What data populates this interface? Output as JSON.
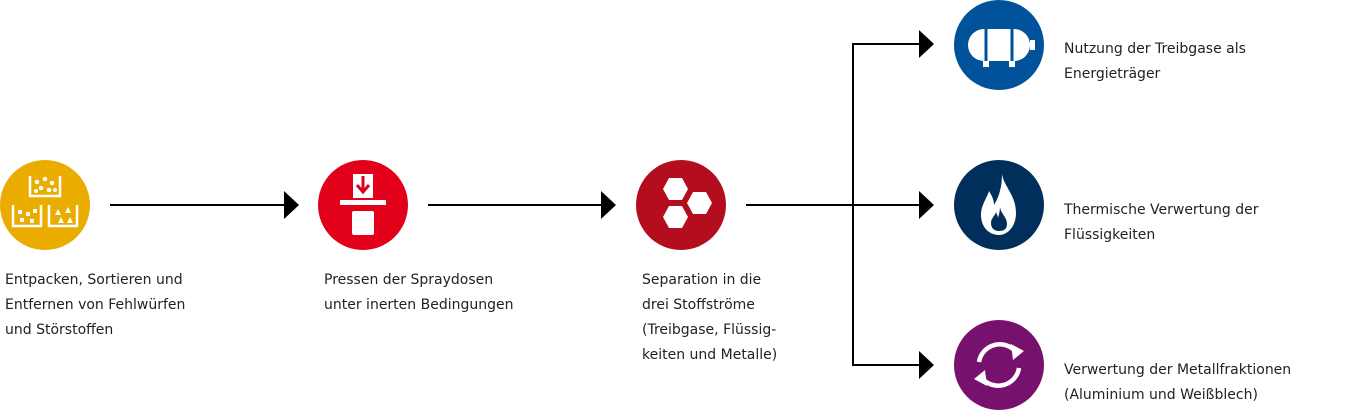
{
  "colors": {
    "step1": "#ebac00",
    "step2": "#e2001a",
    "step3": "#b40d1e",
    "output1": "#00539b",
    "output2": "#002f5c",
    "output3": "#76126e",
    "arrow": "#000000"
  },
  "icons": {
    "step1": "sorting-containers-icon",
    "step2": "press-icon",
    "step3": "hexagons-separation-icon",
    "output1": "gas-tank-icon",
    "output2": "flame-icon",
    "output3": "recycle-arrows-icon"
  },
  "steps": [
    {
      "lines": [
        "Entpacken, Sortieren und",
        "Entfernen von Fehlwürfen",
        "und Störstoffen"
      ]
    },
    {
      "lines": [
        "Pressen der Spraydosen",
        "unter inerten Bedingungen"
      ]
    },
    {
      "lines": [
        "Separation in die",
        "drei Stoffströme",
        "(Treibgase, Flüssig-",
        "keiten und Metalle)"
      ]
    }
  ],
  "outputs": [
    {
      "lines": [
        "Nutzung der Treibgase als",
        "Energieträger"
      ]
    },
    {
      "lines": [
        "Thermische Verwertung der",
        "Flüssigkeiten"
      ]
    },
    {
      "lines": [
        "Verwertung der Metallfraktionen",
        "(Aluminium und Weißblech)"
      ]
    }
  ]
}
